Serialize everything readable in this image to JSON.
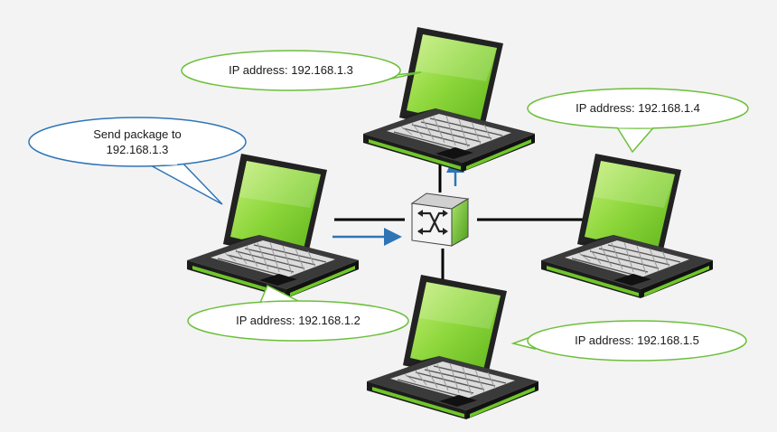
{
  "colors": {
    "green_bubble_stroke": "#6cbf3a",
    "blue_bubble_stroke": "#2e75b6",
    "arrow_blue": "#2e75b6",
    "screen_green": "#7fd22a"
  },
  "icons": [
    "laptop-icon",
    "network-switch-icon"
  ],
  "bubbles": {
    "sender": {
      "line1": "Send package to",
      "line2": "192.168.1.3"
    },
    "top": {
      "text": "IP address: 192.168.1.3"
    },
    "right": {
      "text": "IP address: 192.168.1.4"
    },
    "left": {
      "text": "IP address: 192.168.1.2"
    },
    "bottom": {
      "text": "IP address: 192.168.1.5"
    }
  }
}
